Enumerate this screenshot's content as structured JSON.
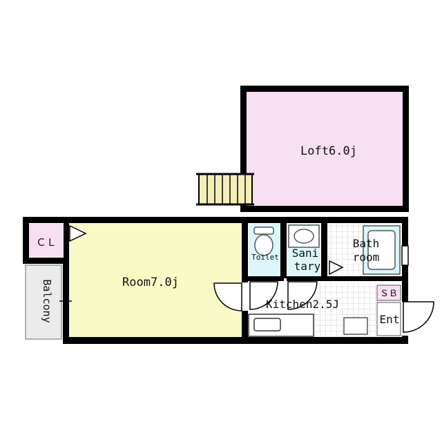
{
  "rooms": {
    "loft": "Loft6.0j",
    "room": "Room7.0j",
    "closet": "ＣＬ",
    "balcony": "Balcony",
    "toilet": "Toilet",
    "sanitary_line1": "Sani",
    "sanitary_line2": "tary",
    "bath_line1": "Bath",
    "bath_line2": "room",
    "kitchen": "Kitchen2.5J",
    "shoe_box": "ＳＢ",
    "entrance": "Ent"
  },
  "colors": {
    "loft_fill": "#f8e0f4",
    "room_fill": "#fafac6",
    "closet_fill": "#f8e0f4",
    "wet_area_fill": "#dcf6fb",
    "bath_fill": "#dcf6fb",
    "balcony_fill": "#ebebeb",
    "stair_fill": "#f4eeb8",
    "wall": "#000000"
  }
}
